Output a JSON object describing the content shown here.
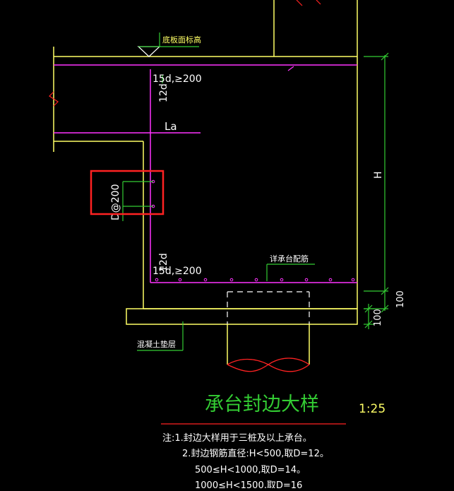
{
  "colors": {
    "background": "#000000",
    "yellow": "#ffff66",
    "magenta": "#ff33ff",
    "green": "#33cc33",
    "white": "#ffffff",
    "red": "#ff2222",
    "highlight": "#ff2222"
  },
  "labels": {
    "bottom_elevation": "底板面标高",
    "lap_top": "15d,≥200",
    "anchor_top": "12d",
    "la": "La",
    "spacing": "D@200",
    "cap_rebar": "详承台配筋",
    "anchor_bottom": "12d",
    "lap_bottom": "15d,≥200",
    "dim_h": "H",
    "dim_100_right": "100",
    "dim_100_left": "100",
    "cushion": "混凝土垫层",
    "title": "承台封边大样",
    "scale": "1:25"
  },
  "notes": {
    "line1": "注:1.封边大样用于三桩及以上承台。",
    "line2": "2.封边钢筋直径:H<500,取D=12。",
    "line3": "500≤H<1000,取D=14。",
    "line4": "1000≤H<1500,取D=16"
  }
}
